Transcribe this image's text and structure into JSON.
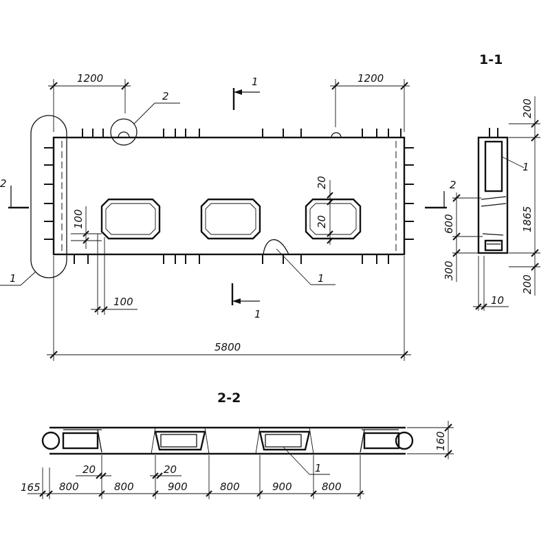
{
  "plan": {
    "dim_left_top": "1200",
    "dim_right_top": "1200",
    "dim_total": "5800",
    "dim_hole_gap": "100",
    "dim_bottom_offset": "100",
    "dim_rib_top": "20",
    "dim_rib_bottom": "20",
    "callout_2": "2",
    "callout_1_left": "1",
    "callout_1_bottom": "1",
    "section_mark_top": "1",
    "section_mark_bottom": "1",
    "section_mark_2_left": "2"
  },
  "section_1_1": {
    "title": "1-1",
    "dim_top": "200",
    "dim_height": "1865",
    "dim_bottom": "200",
    "dim_600": "600",
    "dim_300": "300",
    "dim_10": "10",
    "callout_1": "1",
    "section_mark_2": "2"
  },
  "section_2_2": {
    "title": "2-2",
    "dim_thickness": "160",
    "dim_165": "165",
    "dim_rib_1": "20",
    "dim_rib_2": "20",
    "bottom_dims": [
      "800",
      "800",
      "900",
      "800",
      "900",
      "800"
    ],
    "callout_1": "1"
  }
}
